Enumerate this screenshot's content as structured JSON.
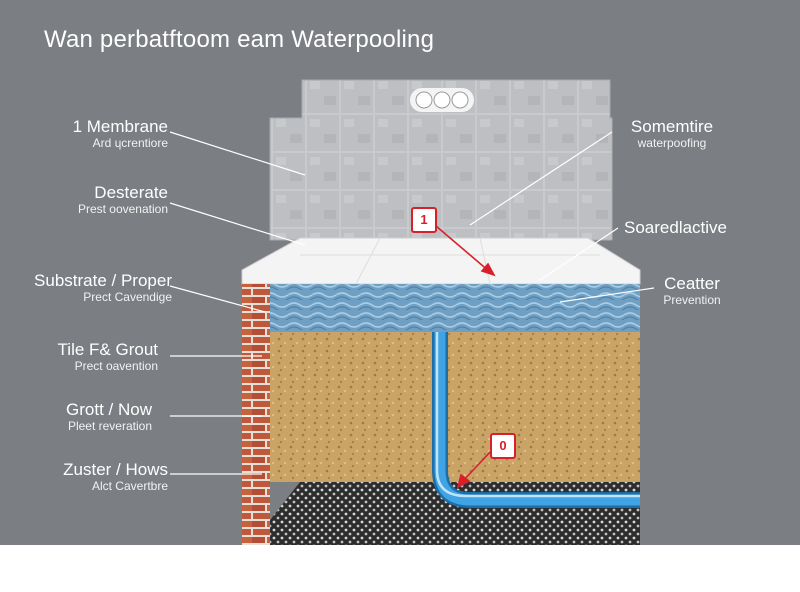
{
  "title": "Wan perbatftoom eam Waterpooling",
  "labels_left": [
    {
      "main": "1 Membrane",
      "sub": "Ard ɥcrentiore"
    },
    {
      "main": "Desterate",
      "sub": "Prest oovenation"
    },
    {
      "main": "Substrate / Proper",
      "sub": "Prect Cavendige"
    },
    {
      "main": "Tile F& Grout",
      "sub": "Prect oavention"
    },
    {
      "main": "Grott / Now",
      "sub": "Pleet reveration"
    },
    {
      "main": "Zuster / Hows",
      "sub": "Alct Cavertbre"
    }
  ],
  "labels_right": [
    {
      "main": "Somemtire",
      "sub": "waterpoofing"
    },
    {
      "main": "Soaredlactive",
      "sub": ""
    },
    {
      "main": "Ceatter",
      "sub": "Prevention"
    }
  ],
  "markers": [
    "1",
    "0"
  ],
  "colors": {
    "background": "#7b7e83",
    "tile": "#c9cacc",
    "screed": "#f4f4f4",
    "membrane": "#6fa0c4",
    "substrate": "#c9a466",
    "brick": "#c0583c",
    "gravel": "#2d2d2d",
    "pipe": "#3fa3e4",
    "marker": "#d8202a"
  }
}
